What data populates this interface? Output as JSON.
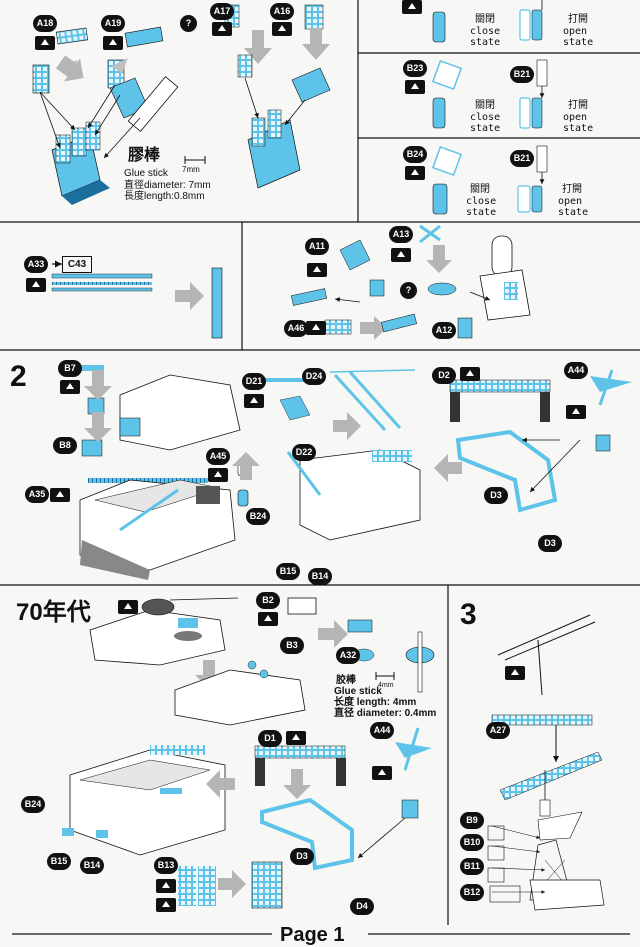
{
  "callouts": {
    "a18": "A18",
    "a19": "A19",
    "a17": "A17",
    "a16": "A16",
    "b23": "B23",
    "b21a": "B21",
    "b24": "B24",
    "b21b": "B21",
    "a33": "A33",
    "a11": "A11",
    "a13": "A13",
    "a46": "A46",
    "a12": "A12",
    "b7": "B7",
    "b8": "B8",
    "a35": "A35",
    "a45": "A45",
    "b24s2": "B24",
    "b15s2": "B15",
    "b14s2": "B14",
    "d21": "D21",
    "d24": "D24",
    "d22": "D22",
    "d2": "D2",
    "a44": "A44",
    "d3a": "D3",
    "d3b": "D3",
    "b2": "B2",
    "b3": "B3",
    "a32": "A32",
    "d1": "D1",
    "a44b": "A44",
    "d3c": "D3",
    "d4": "D4",
    "b24s3": "B24",
    "b15s3": "B15",
    "b14s3": "B14",
    "b13": "B13",
    "a27": "A27",
    "b9": "B9",
    "b10": "B10",
    "b11": "B11",
    "b12": "B12"
  },
  "glue_stick_top": {
    "title": "膠棒",
    "english": "Glue stick",
    "diameter_label": "直徑diameter: 7mm",
    "length_label": "長度length:0.8mm",
    "scale": "7mm"
  },
  "states": {
    "closed_zh": "關閉",
    "closed_en_1": "close",
    "closed_en_2": "state",
    "open_zh": "打開",
    "open_en_1": "open",
    "open_en_2": "state"
  },
  "part_c43": "C43",
  "question_mark": "?",
  "steps": {
    "step2": "2",
    "step70s": "70年代",
    "step3": "3"
  },
  "glue_stick_bottom": {
    "title": "胶棒",
    "english": "Glue stick",
    "length_label": "长度 length: 4mm",
    "diameter_label": "直径 diameter: 0.4mm",
    "scale": "4mm"
  },
  "footer": {
    "page": "Page 1"
  },
  "colors": {
    "part_blue": "#5ec3e8",
    "part_dark": "#1a6f9c",
    "line": "#111111",
    "arrow_grey": "#b5b5b5"
  }
}
